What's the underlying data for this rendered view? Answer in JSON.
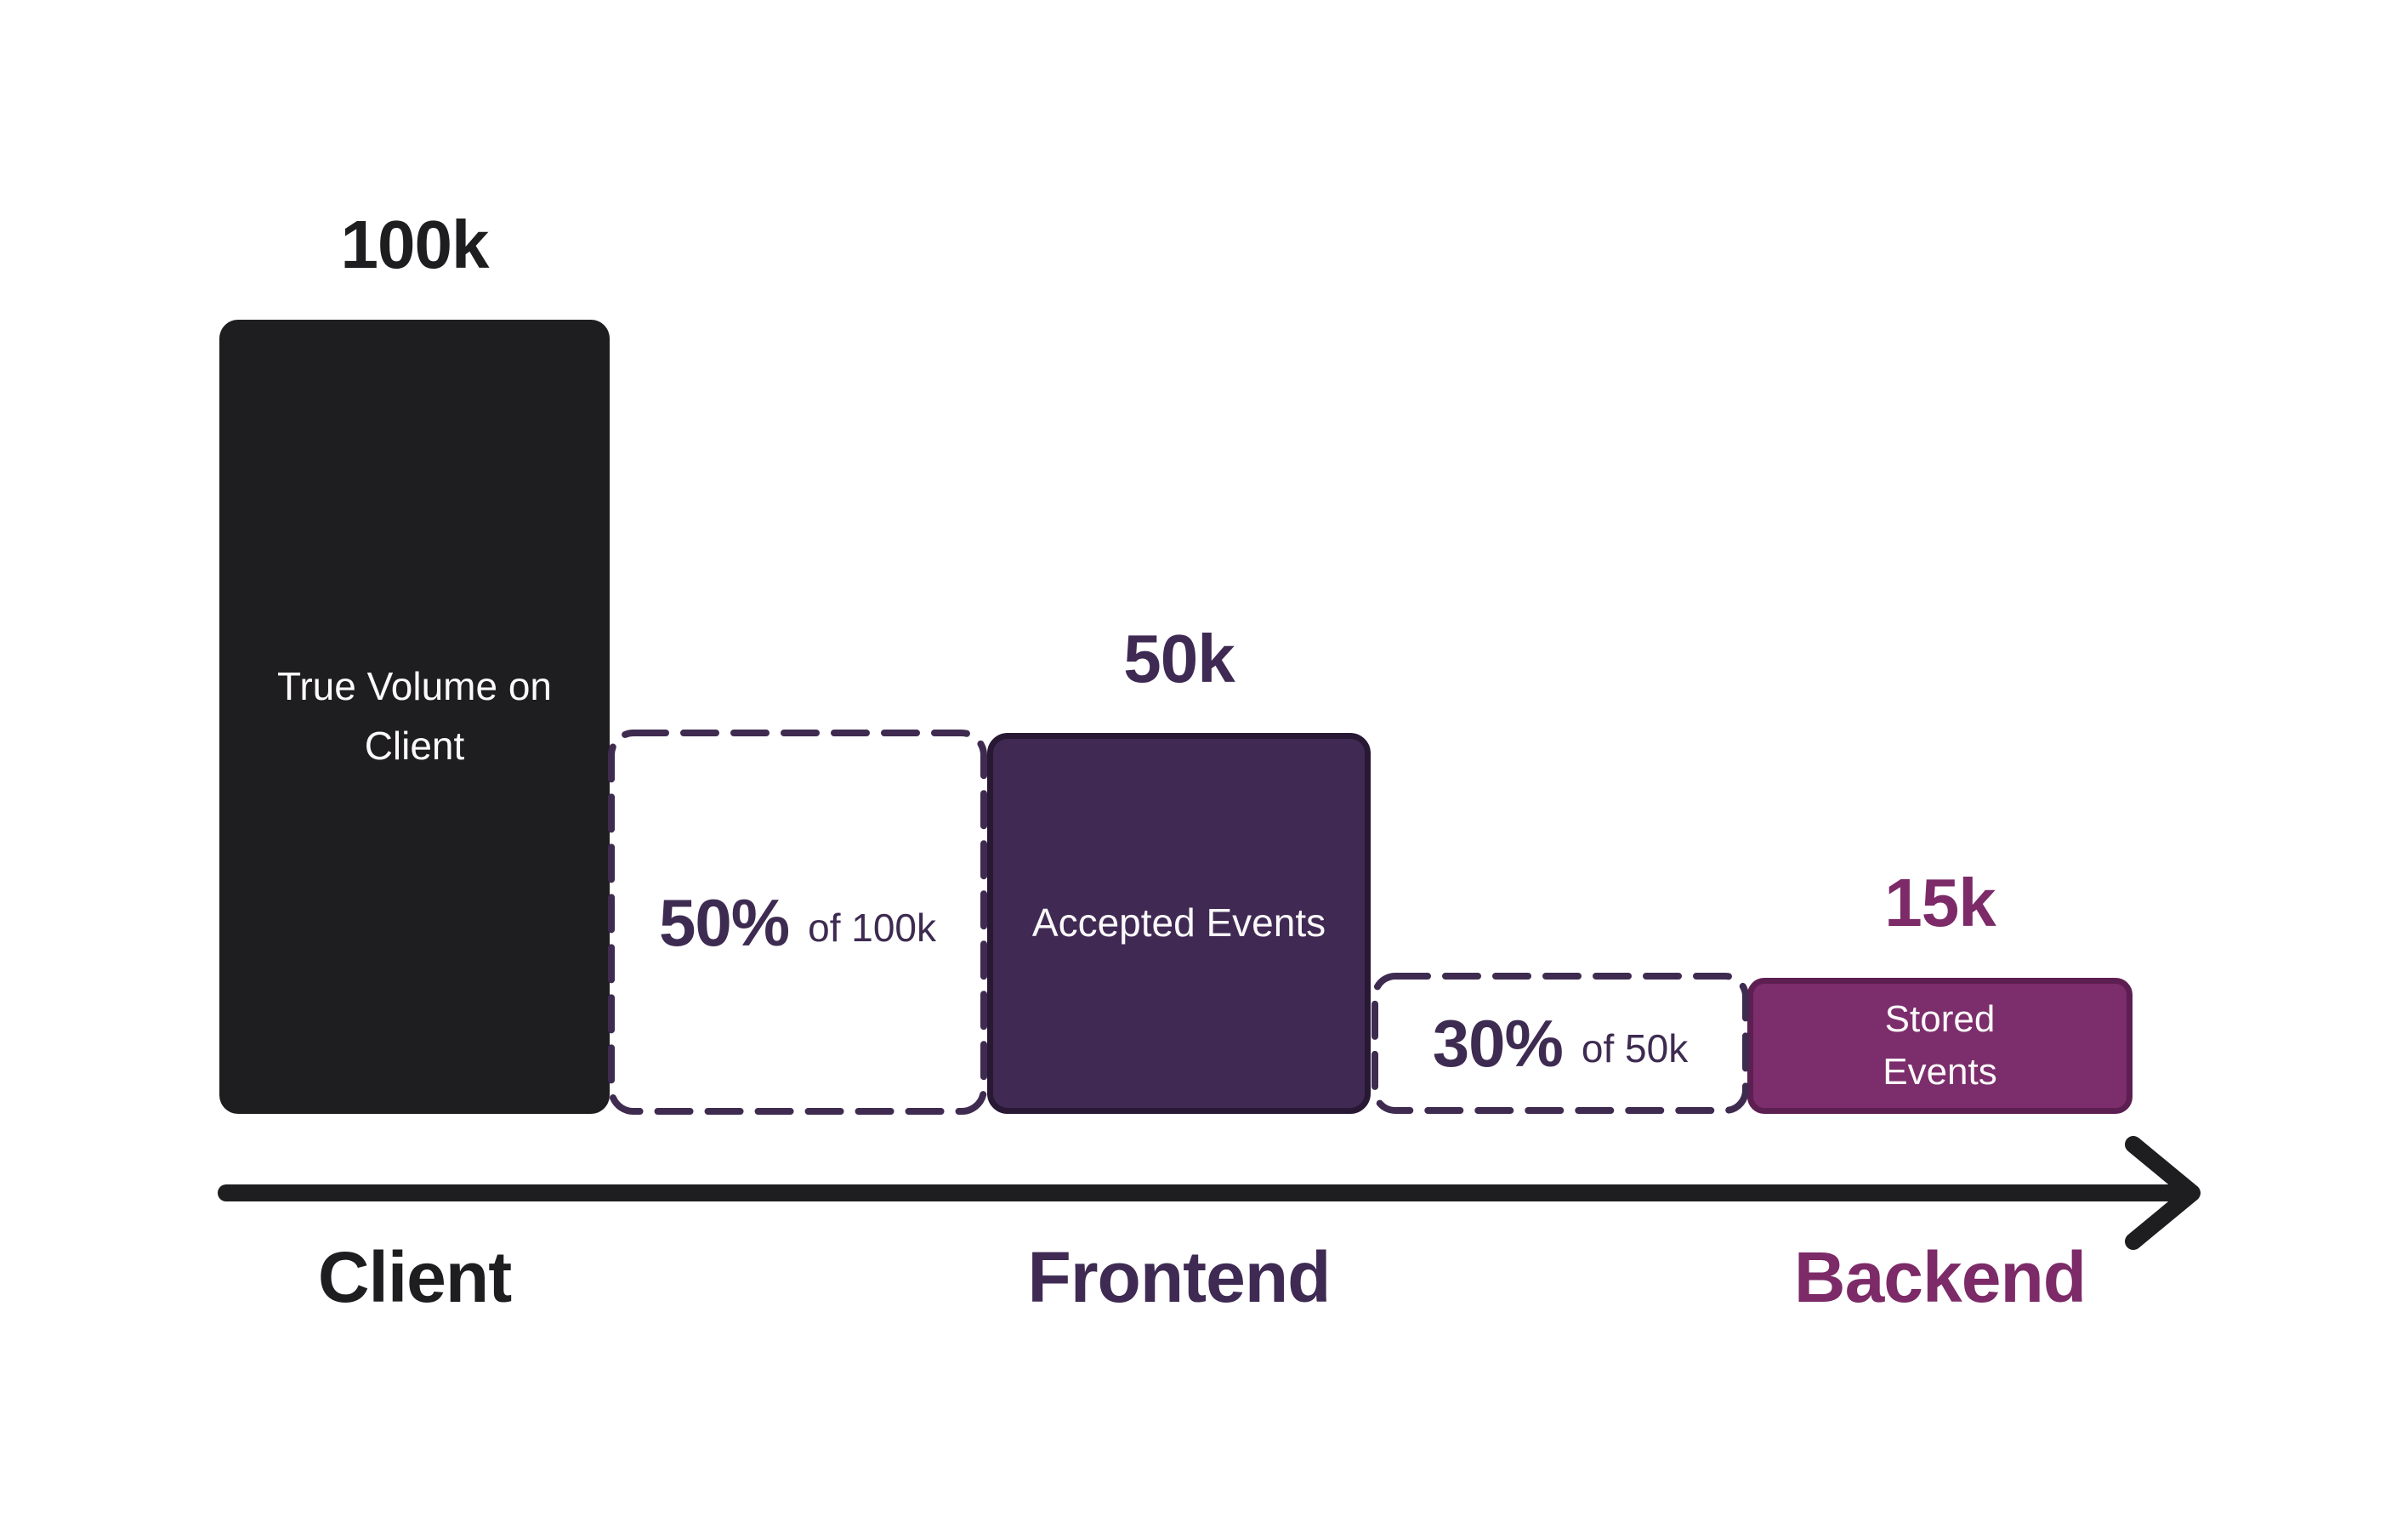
{
  "chart_data": {
    "type": "bar",
    "title": "",
    "description": "Event volume funnel across Client, Frontend and Backend stages",
    "categories": [
      "Client",
      "Frontend",
      "Backend"
    ],
    "series": [
      {
        "name": "Events",
        "values": [
          100000,
          50000,
          15000
        ]
      }
    ],
    "bar_value_labels": [
      "100k",
      "50k",
      "15k"
    ],
    "bar_names": [
      "True Volume on Client",
      "Accepted Events",
      "Stored Events"
    ],
    "annotations": [
      {
        "text": "50% of 100k",
        "position": "between Client and Frontend bars",
        "style": "dashed box"
      },
      {
        "text": "30% of 50k",
        "position": "between Frontend and Backend bars",
        "style": "dashed box"
      }
    ],
    "xlabel": "",
    "ylabel": "",
    "legend": false,
    "grid": false,
    "layout_hints": {
      "baseline_shared": true,
      "x_axis": "black arrow pointing right",
      "bar_heights_proportional_to_values": true
    }
  },
  "stages": [
    {
      "id": "client",
      "value_label": "100k",
      "bar_label": "True Volume on Client",
      "axis_label": "Client"
    },
    {
      "id": "frontend",
      "value_label": "50k",
      "bar_label": "Accepted Events",
      "axis_label": "Frontend"
    },
    {
      "id": "backend",
      "value_label": "15k",
      "bar_label": "Stored Events",
      "axis_label": "Backend"
    }
  ],
  "drops": [
    {
      "percent": "50%",
      "of": "of 100k"
    },
    {
      "percent": "30%",
      "of": "of 50k"
    }
  ],
  "colors": {
    "background": "#ffffff",
    "ink_black": "#1e1d1f",
    "client_bar_fill": "#1e1d1f",
    "frontend_bar_fill": "#402a54",
    "frontend_bar_border": "#281833",
    "backend_bar_fill": "#7c2d6b",
    "backend_bar_border": "#5d1f52",
    "dashed_border": "#3f2b50",
    "percent_text": "#3e2b51",
    "frontend_text": "#3f2a53",
    "backend_text": "#7c2a68",
    "bar_label_text": "#fbf9fa"
  }
}
